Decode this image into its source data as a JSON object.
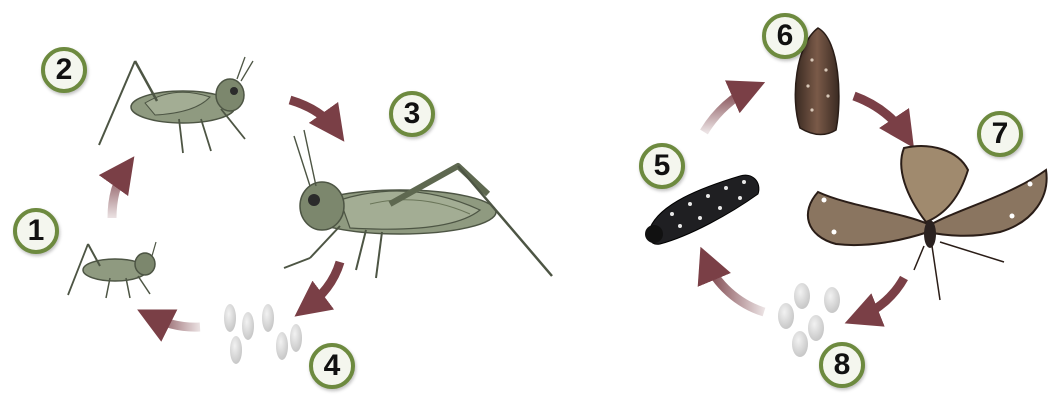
{
  "colors": {
    "arrow": "#7a3f46",
    "badge_ring": "#6d8a3f",
    "badge_fill": "#f4f6ee",
    "grasshopper": "#8f9a80",
    "egg": "#d4d4d4"
  },
  "stages": [
    {
      "number": "1",
      "icon": "grasshopper-nymph-small-icon"
    },
    {
      "number": "2",
      "icon": "grasshopper-nymph-large-icon"
    },
    {
      "number": "3",
      "icon": "adult-grasshopper-icon"
    },
    {
      "number": "4",
      "icon": "grasshopper-eggs-icon"
    },
    {
      "number": "5",
      "icon": "caterpillar-icon"
    },
    {
      "number": "6",
      "icon": "chrysalis-icon"
    },
    {
      "number": "7",
      "icon": "butterfly-icon"
    },
    {
      "number": "8",
      "icon": "butterfly-eggs-icon"
    }
  ]
}
